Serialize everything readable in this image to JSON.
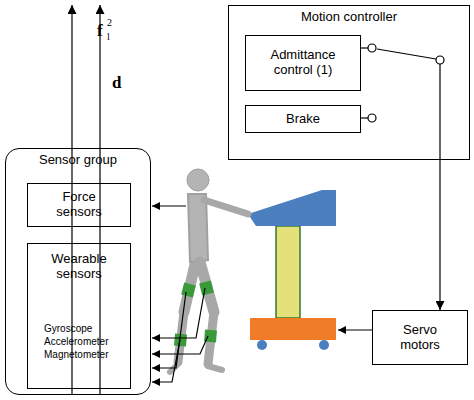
{
  "diagram": {
    "nodes": [
      {
        "text": [
          "Motion controller"
        ]
      },
      {
        "text": [
          "Admittance control (1)"
        ],
        "in": 0
      },
      {
        "text": [
          "Brake"
        ],
        "in": 0
      },
      {
        "text": [
          "Sensor group"
        ]
      },
      {
        "text": [
          "Force sensors"
        ],
        "in": 3
      },
      {
        "text": [
          "Wearable sensors",
          "Gyroscope",
          "Accelerometer",
          "Magnetometer"
        ],
        "in": 3
      },
      {
        "text": [
          "Servo motors"
        ]
      }
    ],
    "edges": [
      {
        "from": 3,
        "to": 0,
        "arrow": "to",
        "label": "f"
      },
      {
        "from": 3,
        "to": 0,
        "arrow": "to",
        "label": "d"
      },
      {
        "from": 0,
        "to": 6,
        "arrow": "to"
      }
    ],
    "labels": [
      "2",
      "l"
    ]
  }
}
